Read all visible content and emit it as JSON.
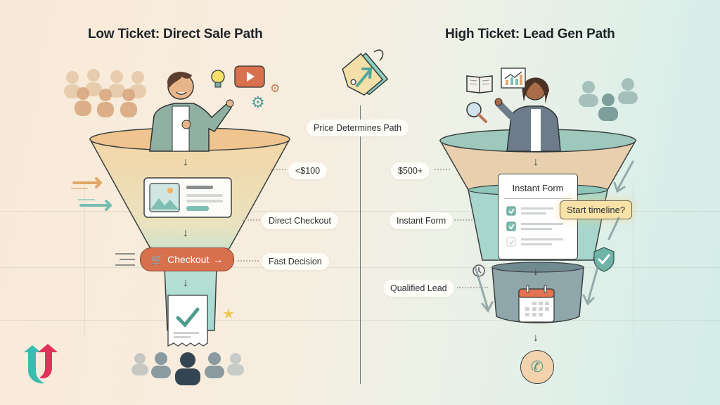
{
  "left_panel": {
    "title": "Low Ticket: Direct Sale Path",
    "labels": {
      "price": "<$100",
      "stage_2": "Direct Checkout",
      "stage_3": "Fast Decision"
    },
    "checkout_button": {
      "label": "Checkout",
      "icon": "cart-icon",
      "arrow": "→"
    },
    "icons": [
      "lightbulb-icon",
      "video-play-icon",
      "gear-icon",
      "product-card-icon",
      "receipt-check-icon",
      "star-icon",
      "audience-icon"
    ],
    "colors": {
      "funnel_top": "#f3d6a6",
      "funnel_bottom": "#a9dcd6",
      "checkout": "#d8704e"
    }
  },
  "center": {
    "label": "Price Determines Path",
    "icon": "price-tag-icon"
  },
  "right_panel": {
    "title": "High Ticket: Lead Gen Path",
    "labels": {
      "price": "$500+",
      "stage_2": "Instant Form",
      "stage_3": "Qualified Lead"
    },
    "form_card": {
      "title": "Instant Form",
      "callout": "Start timeline?"
    },
    "icons": [
      "book-icon",
      "chart-icon",
      "magnifier-icon",
      "shield-check-icon",
      "clock-icon",
      "calendar-icon",
      "phone-icon"
    ],
    "colors": {
      "funnel_top": "#e8cfae",
      "funnel_mid": "#a8d6cc",
      "funnel_bottom": "#8fa6ab",
      "callout": "#f8e2a8"
    }
  },
  "logo": {
    "name": "brand-logo-icon",
    "colors": [
      "#3cbcb0",
      "#e0335a"
    ]
  }
}
